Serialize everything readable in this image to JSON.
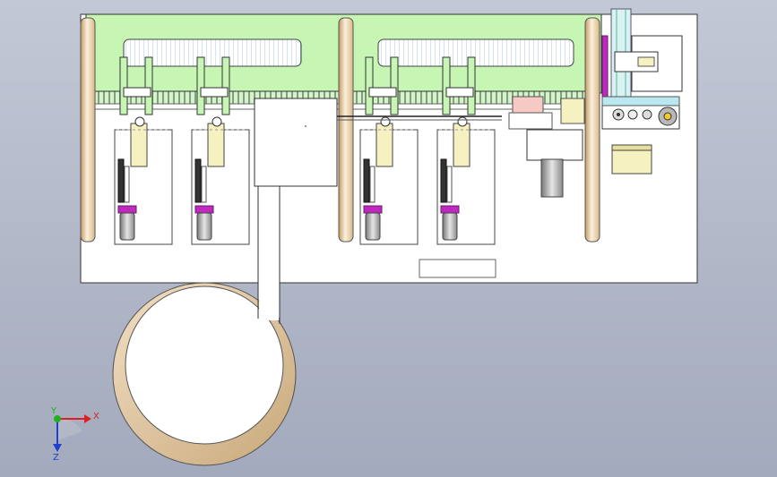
{
  "triad": {
    "x_label": "X",
    "y_label": "Y",
    "z_label": "Z",
    "x_color": "#e02020",
    "y_color": "#20b020",
    "z_color": "#2040d0"
  },
  "colors": {
    "plate": "#ffffff",
    "top_beam": "#c6f5b4",
    "post": "#f3e3c8",
    "post_shade": "#c49a64",
    "part_yellow": "#f5f1c0",
    "magenta": "#c028c0",
    "ring": "#ecd7b8"
  }
}
